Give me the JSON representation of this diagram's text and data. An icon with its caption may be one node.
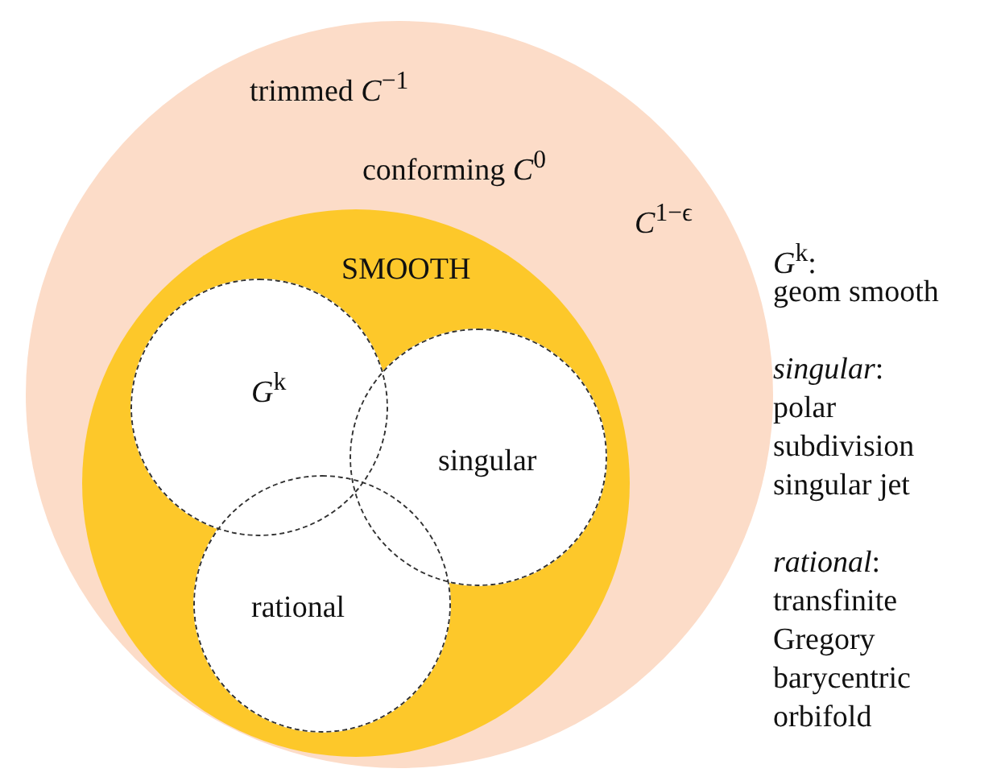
{
  "diagram": {
    "nodes": [
      {
        "text": [
          "trimmed *C*$^{−1}$",
          "conforming *C*$^{0}$",
          "*C*$^{1−ϵ}$"
        ]
      },
      {
        "text": [
          "SMOOTH"
        ],
        "in": 0
      },
      {
        "text": [
          "*G*$^{k}$"
        ],
        "in": 1
      },
      {
        "text": [
          "singular"
        ],
        "in": 1
      },
      {
        "text": [
          "rational"
        ],
        "in": 1
      }
    ],
    "labels": [
      "*G*$^{k}$:",
      "geom smooth",
      "*singular*:",
      "polar",
      "subdivision",
      "singular jet",
      "*rational*:",
      "transfinite",
      "Gregory",
      "barycentric",
      "orbifold"
    ]
  }
}
